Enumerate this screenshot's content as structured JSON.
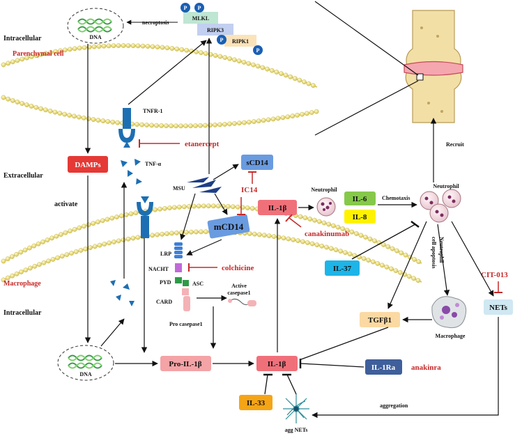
{
  "labels": {
    "intracellular_top": "Intracellular",
    "parenchymal": "Parenchymal cell",
    "extracellular": "Extracellular",
    "activate": "activate",
    "macrophage_side": "Macrophage",
    "intracellular_bottom": "Intracellular",
    "dna_top": "DNA",
    "dna_bottom": "DNA",
    "necroptosis": "necroptosis",
    "mlkl": "MLKL",
    "ripk3": "RIPK3",
    "ripk1": "RIPK1",
    "p": "P",
    "tnfr1": "TNFR-1",
    "tnfa": "TNF-α",
    "msu": "MSU",
    "lrp": "LRP",
    "nacht": "NACHT",
    "pyd": "PYD",
    "asc": "ASC",
    "card": "CARD",
    "active_casepase": "Active casepase1",
    "active_line1": "Active",
    "active_line2": "casepase1",
    "pro_casepase": "Pro casepase1",
    "neutrophil_mid": "Neutrophil",
    "neutrophil_right": "Neutrophil",
    "chemotaxis": "Chemotaxis",
    "recruit": "Recruit",
    "neutrophil_apoptosis": "Neutrophil cell apoptosis",
    "neutrophil_apop_line1": "Neutrophil",
    "neutrophil_apop_line2": "cell apoptosis",
    "macrophage_cell": "Macrophage",
    "aggregation": "aggregation",
    "agg_nets": "agg NETs"
  },
  "boxes": {
    "damps": "DAMPs",
    "scd14": "sCD14",
    "mcd14": "mCD14",
    "il1b_top": "IL-1β",
    "il6": "IL-6",
    "il8": "IL-8",
    "il37": "IL-37",
    "nets": "NETs",
    "tgfb1": "TGFβ1",
    "pro_il1b": "Pro-IL-1β",
    "il1b_bottom": "IL-1β",
    "il1ra": "IL-1Ra",
    "il33": "IL-33"
  },
  "inhibitors": {
    "etanercept": "etanercept",
    "ic14": "IC14",
    "colchicine": "colchicine",
    "canakinumab": "canakinumab",
    "cit013": "CIT-013",
    "anakinra": "anakinra"
  },
  "colors": {
    "red": "#c62828",
    "damps": "#e53935",
    "cd14": "#6a9be0",
    "il1b": "#f0707a",
    "il6": "#86c94a",
    "il8": "#fff200",
    "il37": "#1db5e8",
    "nets": "#cfe8f1",
    "tgfb1": "#fbd9a2",
    "il1ra": "#3f5f9b",
    "il33": "#f5a416",
    "pro_il1b": "#f4a3a6",
    "receptor": "#1d6fb3"
  }
}
